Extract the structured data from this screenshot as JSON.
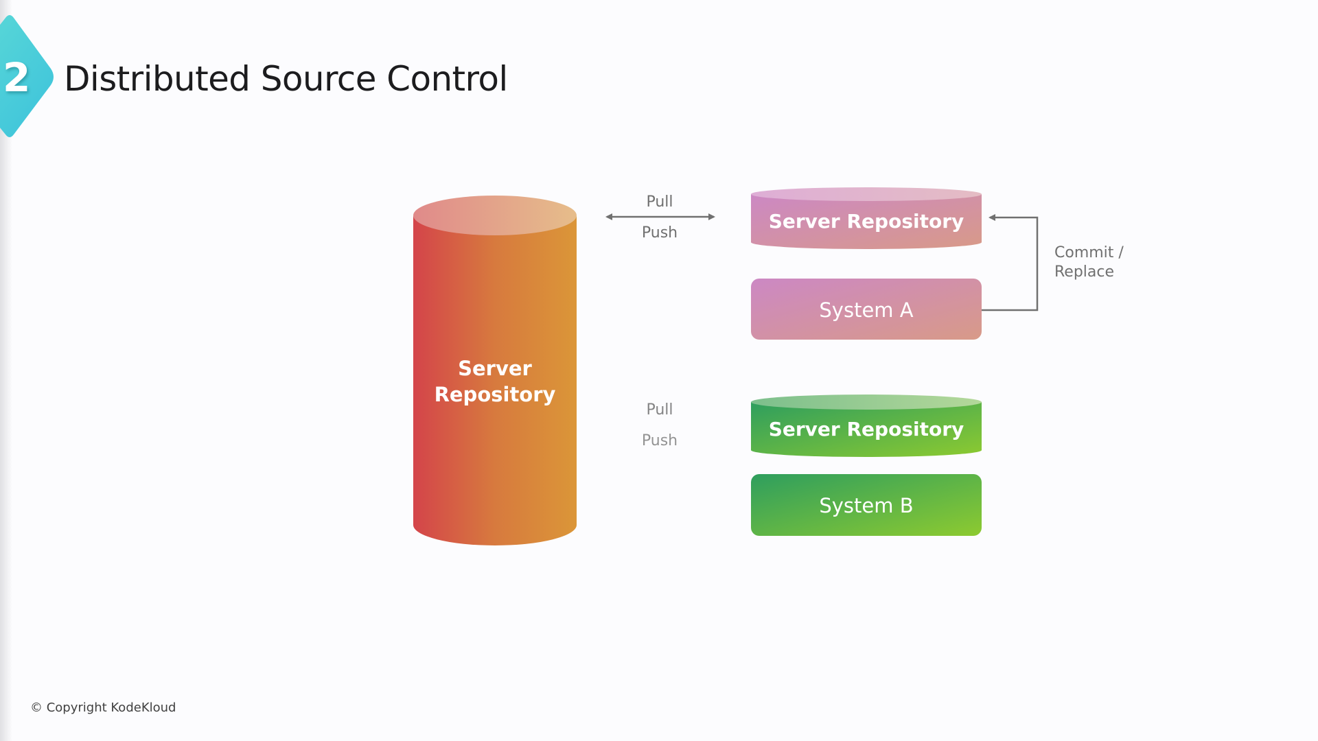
{
  "slide": {
    "section_number": "2",
    "title": "Distributed Source Control",
    "accent_color": "#45cbd9"
  },
  "diagram": {
    "central_repository": {
      "line1": "Server",
      "line2": "Repository",
      "gradient": [
        "#d4444a",
        "#db9638"
      ]
    },
    "connection_top": {
      "pull_label": "Pull",
      "push_label": "Push",
      "color": "#707070"
    },
    "connection_bottom": {
      "pull_label": "Pull",
      "push_label": "Push",
      "color": "#707070"
    },
    "system_a_group": {
      "repository_label": "Server Repository",
      "system_label": "System A",
      "commit_label_line1": "Commit /",
      "commit_label_line2": "Replace",
      "gradient": [
        "#cc88c4",
        "#d79a8a"
      ]
    },
    "system_b_group": {
      "repository_label": "Server Repository",
      "system_label": "System B",
      "gradient": [
        "#2e9e5e",
        "#8dca30"
      ]
    }
  },
  "footer": {
    "copyright": "© Copyright KodeKloud"
  }
}
